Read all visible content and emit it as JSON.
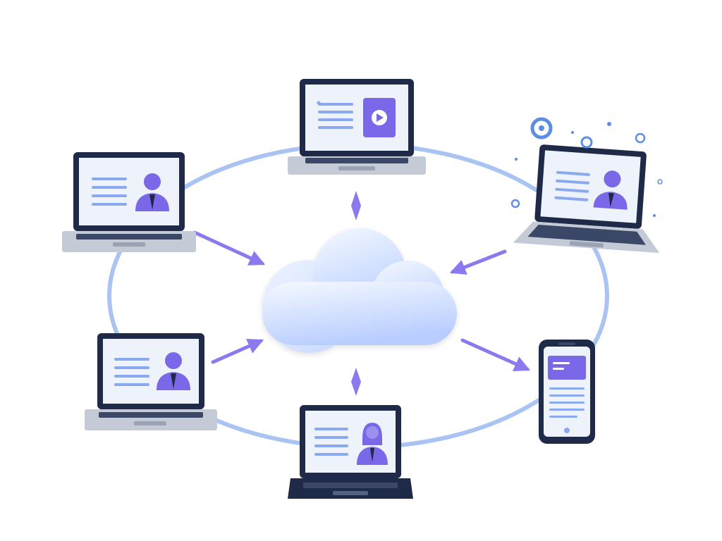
{
  "diagram": {
    "type": "cloud-network",
    "hub": {
      "kind": "cloud",
      "icon": "cloud-icon"
    },
    "nodes": [
      {
        "id": "top-center",
        "device": "laptop",
        "content": "media-player",
        "media_icon": "play-icon"
      },
      {
        "id": "top-left",
        "device": "laptop",
        "content": "user-profile",
        "avatar_icon": "male-user-icon"
      },
      {
        "id": "top-right",
        "device": "laptop",
        "content": "user-profile",
        "avatar_icon": "male-user-icon",
        "decorations": "floating-circles"
      },
      {
        "id": "bottom-left",
        "device": "laptop",
        "content": "user-profile",
        "avatar_icon": "male-user-icon"
      },
      {
        "id": "bottom-center",
        "device": "laptop",
        "content": "user-profile",
        "avatar_icon": "female-user-icon"
      },
      {
        "id": "bottom-right",
        "device": "smartphone",
        "content": "app-screen"
      }
    ],
    "connections": [
      {
        "from": "top-center",
        "to": "cloud",
        "style": "bidirectional-diamond"
      },
      {
        "from": "top-left",
        "to": "cloud",
        "style": "arrow-to-hub"
      },
      {
        "from": "top-right",
        "to": "cloud",
        "style": "arrow-to-hub"
      },
      {
        "from": "bottom-left",
        "to": "cloud",
        "style": "arrow-to-hub"
      },
      {
        "from": "cloud",
        "to": "bottom-right",
        "style": "arrow-from-hub"
      },
      {
        "from": "bottom-center",
        "to": "cloud",
        "style": "bidirectional-diamond"
      }
    ],
    "ring": "ellipse-connecting-all-devices"
  },
  "colors": {
    "background": "#ffffff",
    "ring": "#a9c3f3",
    "arrow": "#8b79ee",
    "accent_purple": "#7a68e8",
    "text_line": "#8ba9ef",
    "device_frame": "#1e2a48",
    "device_base": "#c5cbd6",
    "keyboard": "#3b4766",
    "cloud_light": "#f2f7ff",
    "cloud_dark": "#b8ceff",
    "decoration_blue": "#5d8ee6"
  }
}
